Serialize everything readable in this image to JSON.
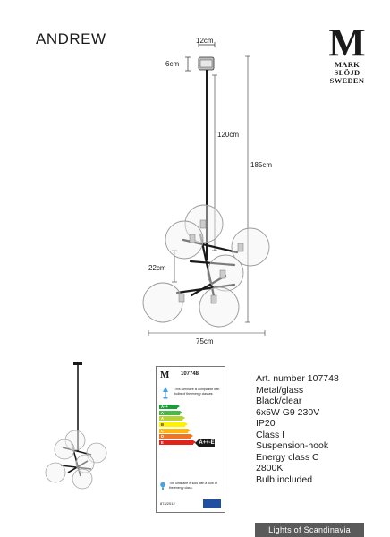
{
  "product": {
    "name": "ANDREW"
  },
  "brand": {
    "mark": "M",
    "line1": "MARK",
    "line2": "SLÖJD",
    "line3": "SWEDEN"
  },
  "dimensions": {
    "canopy_width": "12cm",
    "canopy_height": "6cm",
    "rod_length": "120cm",
    "total_height": "185cm",
    "cluster_height": "22cm",
    "total_width": "75cm"
  },
  "energy_label": {
    "mark": "M",
    "article": "107748",
    "compat_text": "This luminaire is compatible with bulbs of the energy classes:",
    "classes": [
      {
        "label": "A++",
        "color": "#1a9c3a"
      },
      {
        "label": "A+",
        "color": "#4cb848"
      },
      {
        "label": "A",
        "color": "#b5d334"
      },
      {
        "label": "B",
        "color": "#fff200"
      },
      {
        "label": "C",
        "color": "#fbb615"
      },
      {
        "label": "D",
        "color": "#ee7623"
      },
      {
        "label": "E",
        "color": "#e2231a"
      }
    ],
    "indicated_class": "A++-E",
    "sold_text": "The luminaire is sold with a bulb of the energy class:",
    "regulation": "874/2012"
  },
  "specs": [
    "Art. number 107748",
    "Metal/glass",
    "Black/clear",
    "6x5W G9 230V",
    "IP20",
    "Class I",
    "Suspension-hook",
    "Energy class C",
    "2800K",
    "Bulb included"
  ],
  "footer": {
    "text": "Lights of Scandinavia",
    "color": "#5a5a5a"
  }
}
